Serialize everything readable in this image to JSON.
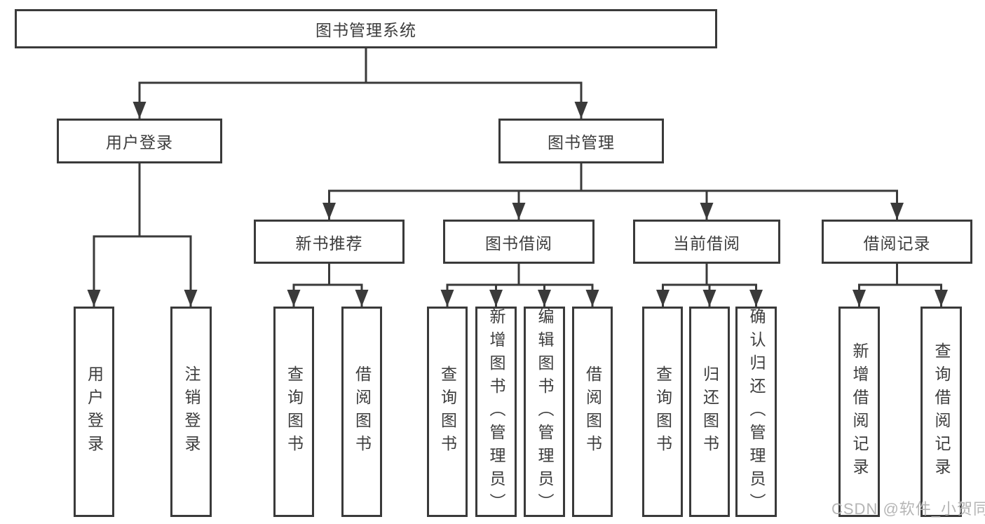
{
  "colors": {
    "line": "#3a3a3a",
    "box_border": "#3a3a3a",
    "text": "#3d3d3d",
    "watermark": "#b5b5b5",
    "background": "#ffffff"
  },
  "diagram": {
    "root": {
      "label": "图书管理系统"
    },
    "level2": [
      {
        "label": "用户登录"
      },
      {
        "label": "图书管理"
      }
    ],
    "level3": [
      {
        "label": "新书推荐"
      },
      {
        "label": "图书借阅"
      },
      {
        "label": "当前借阅"
      },
      {
        "label": "借阅记录"
      }
    ],
    "leaves": {
      "user_login": [
        {
          "label": "用户登录"
        },
        {
          "label": "注销登录"
        }
      ],
      "new_book": [
        {
          "label": "查询图书"
        },
        {
          "label": "借阅图书"
        }
      ],
      "book_borrow": [
        {
          "label": "查询图书"
        },
        {
          "label": "新增图书（管理员）"
        },
        {
          "label": "编辑图书（管理员）"
        },
        {
          "label": "借阅图书"
        }
      ],
      "current_borrow": [
        {
          "label": "查询图书"
        },
        {
          "label": "归还图书"
        },
        {
          "label": "确认归还（管理员）"
        }
      ],
      "borrow_records": [
        {
          "label": "新增借阅记录"
        },
        {
          "label": "查询借阅记录"
        }
      ]
    }
  },
  "watermark": {
    "text": "CSDN @软件_小贺同学"
  }
}
